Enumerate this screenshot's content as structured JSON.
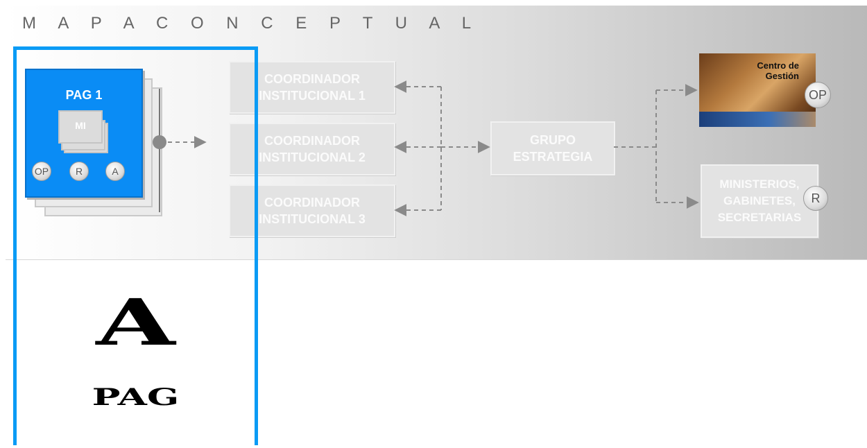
{
  "header": {
    "title": "M A P A   C O N C E P T U A L"
  },
  "pag_card": {
    "title": "PAG 1",
    "mi_label": "MI",
    "badges": [
      "OP",
      "R",
      "A"
    ]
  },
  "coordinators": [
    {
      "line1": "COORDINADOR",
      "line2": "INSTITUCIONAL 1"
    },
    {
      "line1": "COORDINADOR",
      "line2": "INSTITUCIONAL 2"
    },
    {
      "line1": "COORDINADOR",
      "line2": "INSTITUCIONAL 3"
    }
  ],
  "grupo": {
    "line1": "GRUPO",
    "line2": "ESTRATEGIA"
  },
  "centro": {
    "line1": "Centro de",
    "line2": "Gestión",
    "badge": "OP"
  },
  "ministerios": {
    "line1": "MINISTERIOS,",
    "line2": "GABINETES,",
    "line3": "SECRETARIAS",
    "badge": "R"
  },
  "legend": {
    "letter": "A",
    "word": "PAG"
  },
  "colors": {
    "accent_blue": "#0a9bf5",
    "card_blue": "#0a8cf5",
    "box_gray": "#e3e3e3",
    "arrow_gray": "#8a8a8a"
  }
}
